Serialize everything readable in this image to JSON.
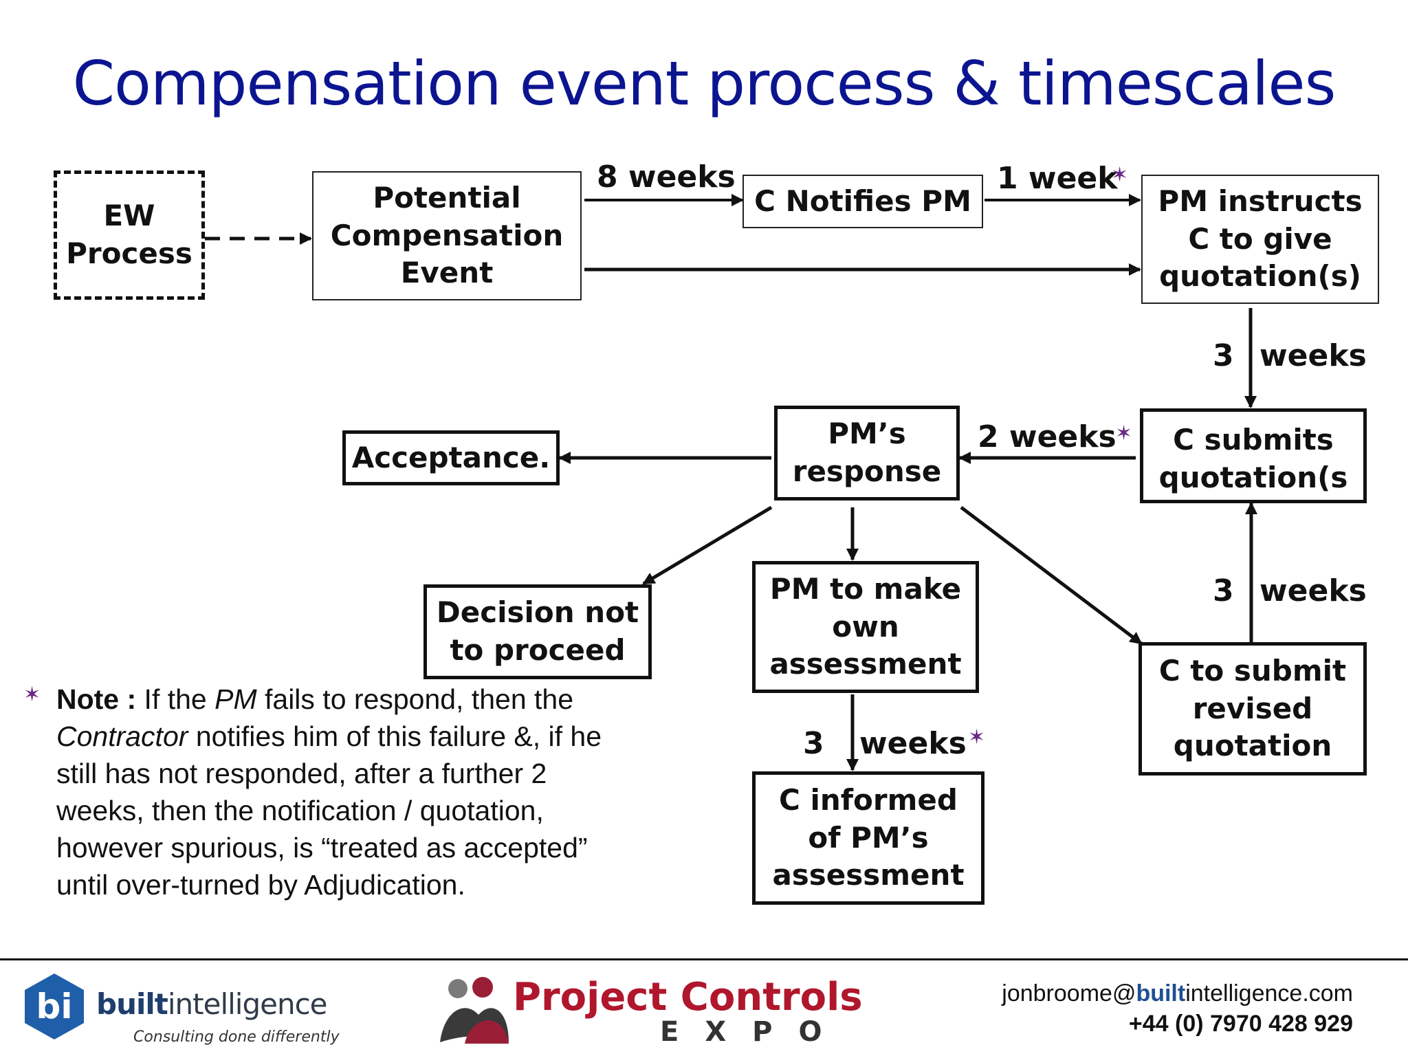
{
  "title": "Compensation event process & timescales",
  "boxes": {
    "ew_process": "EW\nProcess",
    "pce": "Potential\nCompensation\nEvent",
    "c_notifies_pm": "C Notifies PM",
    "pm_instructs": "PM instructs\nC to give\nquotation(s)",
    "c_submits": "C submits\nquotation(s\n)",
    "pms_response": "PM’s\nresponse",
    "acceptance": "Acceptance.",
    "decision_not": "Decision not\nto proceed",
    "pm_own_assessment": "PM to make\nown\nassessment",
    "c_informed": "C informed\nof PM’s\nassessment",
    "c_revised": "C to submit\nrevised\nquotation"
  },
  "labels": {
    "eight_weeks": "8 weeks",
    "one_week": "1 week",
    "three_a": "3",
    "weeks_a": "weeks",
    "two_weeks": "2 weeks",
    "three_b": "3",
    "weeks_b": "weeks",
    "three_c": "3",
    "weeks_c": "weeks",
    "star": "✶"
  },
  "note": {
    "bold_lead": "Note :",
    "t1": " If the ",
    "pm": "PM",
    "t2": " fails to respond, then the ",
    "contractor": "Contractor",
    "t3": "  notifies him of this failure &, if he still  has not responded, after a further 2 weeks, then the notification / quotation, however spurious, is “treated as accepted” until over-turned by Adjudication."
  },
  "footer": {
    "bi_logo_text": "bi",
    "bi_bold": "built",
    "bi_light": "intelligence",
    "bi_tagline": "Consulting done differently",
    "pc_name": "Project Controls",
    "pc_expo": "EXPO",
    "email_pre": "jonbroome@",
    "email_bold": "built",
    "email_post": "intelligence.com",
    "phone": "+44 (0) 7970 428 929"
  },
  "colors": {
    "title": "#0c1590",
    "star": "#6a2a86",
    "pc_red": "#b0162c",
    "bi_blue": "#1f5ea8"
  }
}
